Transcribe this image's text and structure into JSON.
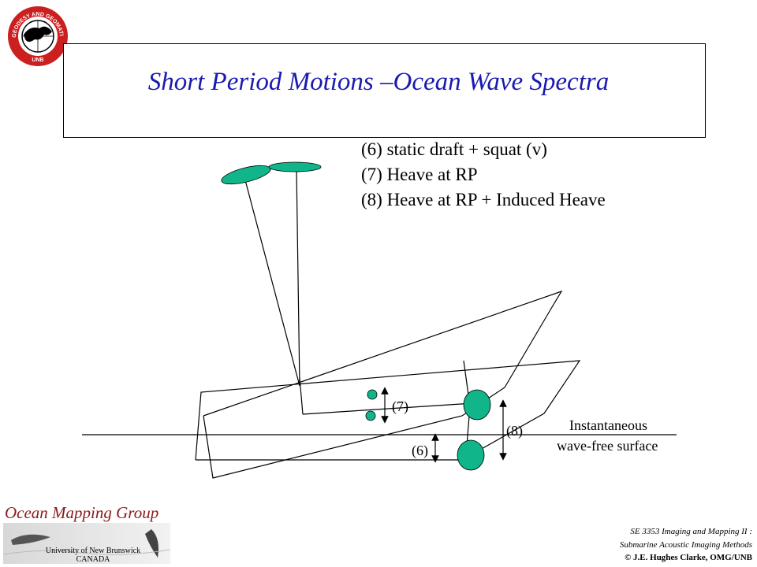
{
  "slide": {
    "title": "Short Period Motions –Ocean Wave Spectra",
    "legend": [
      "(6) static draft + squat (v)",
      "(7) Heave at RP",
      "(8) Heave at RP + Induced Heave"
    ],
    "labels": {
      "seven": "(7)",
      "six": "(6)",
      "eight": "(8)",
      "surface_line1": "Instantaneous",
      "surface_line2": "wave-free surface"
    }
  },
  "logo": {
    "ring_text": "GEODESY AND GEOMATICS ENGINEERING",
    "bottom_text": "UNB"
  },
  "footer": {
    "group": "Ocean Mapping Group",
    "university": "University of New Brunswick",
    "country": "CANADA",
    "course": "SE 3353 Imaging and Mapping II :",
    "subtitle": "Submarine Acoustic Imaging Methods",
    "copyright": "© J.E. Hughes Clarke, OMG/UNB"
  },
  "colors": {
    "title": "#1a1ab0",
    "teal": "#10b58a",
    "logo_red": "#cc1f1f",
    "group": "#8b1a1a"
  }
}
